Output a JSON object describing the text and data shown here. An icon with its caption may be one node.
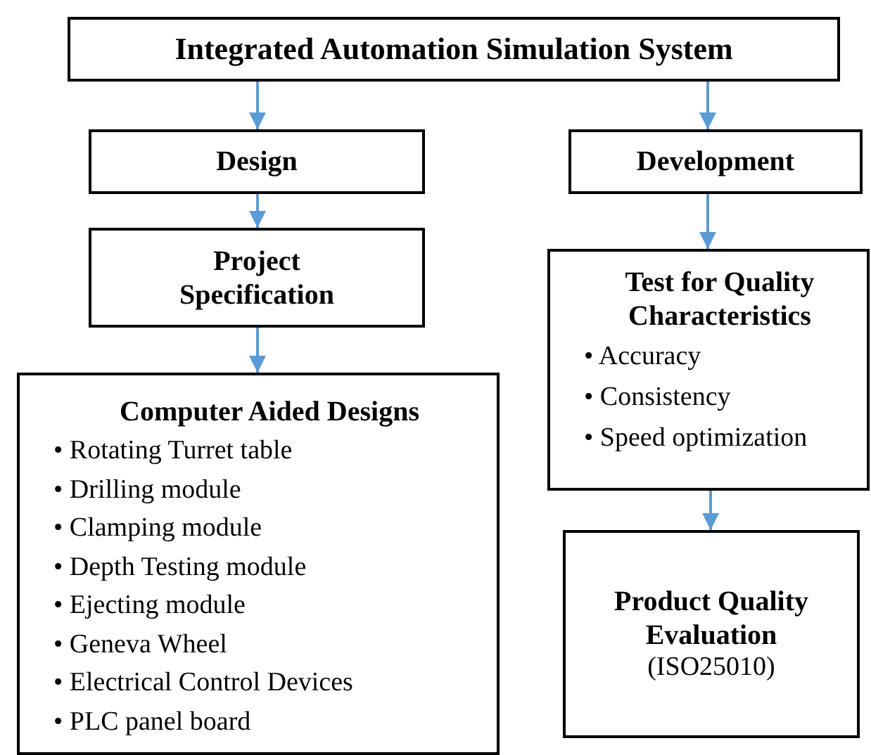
{
  "diagram": {
    "nodes": [
      {
        "text": [
          "Integrated Automation Simulation System"
        ]
      },
      {
        "text": [
          "Design"
        ]
      },
      {
        "text": [
          "Development"
        ]
      },
      {
        "text": [
          "Project Specification"
        ]
      },
      {
        "text": [
          "Test for Quality Characteristics",
          "• Accuracy",
          "• Consistency",
          "• Speed optimization"
        ]
      },
      {
        "text": [
          "Computer Aided Designs",
          "• Rotating Turret table",
          "• Drilling module",
          "• Clamping module",
          "• Depth Testing module",
          "• Ejecting module",
          "• Geneva Wheel",
          "• Electrical Control Devices",
          "• PLC panel board"
        ]
      },
      {
        "text": [
          "Product Quality Evaluation",
          "(ISO25010)"
        ]
      }
    ],
    "edges": [
      {
        "from": 0,
        "to": 1,
        "arrow": "to"
      },
      {
        "from": 0,
        "to": 2,
        "arrow": "to"
      },
      {
        "from": 1,
        "to": 3,
        "arrow": "to"
      },
      {
        "from": 3,
        "to": 5,
        "arrow": "to"
      },
      {
        "from": 2,
        "to": 4,
        "arrow": "to"
      },
      {
        "from": 4,
        "to": 6,
        "arrow": "to"
      }
    ]
  }
}
